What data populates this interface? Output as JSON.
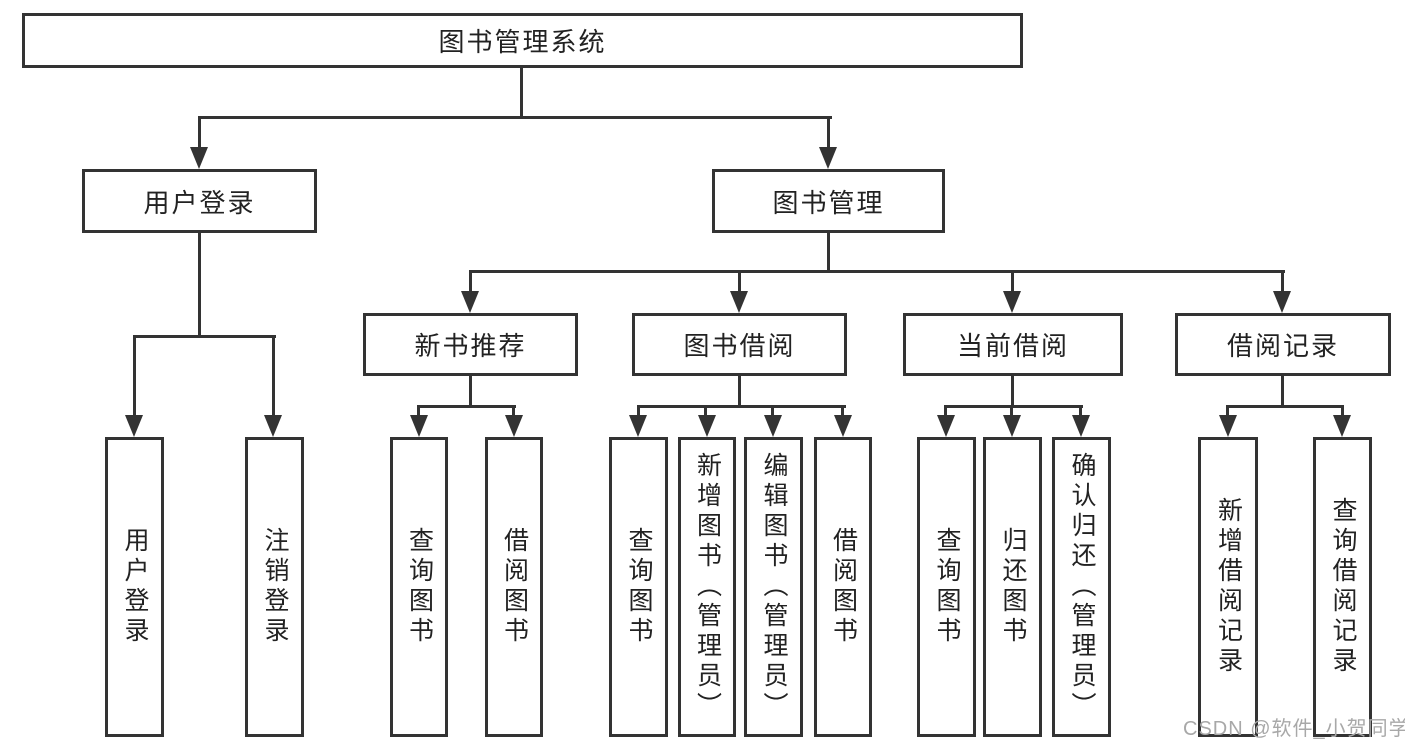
{
  "diagram": {
    "root": {
      "label": "图书管理系统"
    },
    "level2": [
      {
        "label": "用户登录"
      },
      {
        "label": "图书管理"
      }
    ],
    "level3": [
      {
        "label": "新书推荐"
      },
      {
        "label": "图书借阅"
      },
      {
        "label": "当前借阅"
      },
      {
        "label": "借阅记录"
      }
    ],
    "leaves": {
      "user_login": [
        "用户登录",
        "注销登录"
      ],
      "new_books": [
        "查询图书",
        "借阅图书"
      ],
      "book_borrow": [
        "查询图书",
        "新增图书（管理员）",
        "编辑图书（管理员）",
        "借阅图书"
      ],
      "current_borrow": [
        "查询图书",
        "归还图书",
        "确认归还（管理员）"
      ],
      "borrow_records": [
        "新增借阅记录",
        "查询借阅记录"
      ]
    },
    "watermark": "CSDN @软件_小贺同学",
    "colors": {
      "line": "#333333",
      "text": "#222222",
      "watermark_text": "#a8a8a8",
      "background": "#ffffff"
    }
  }
}
